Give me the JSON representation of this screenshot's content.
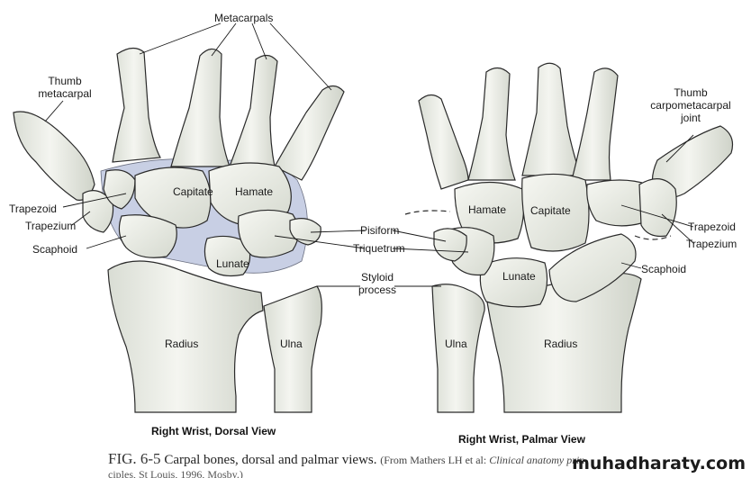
{
  "dorsal_view": {
    "title": "Right Wrist, Dorsal View",
    "labels": {
      "metacarpals": "Metacarpals",
      "thumb_metacarpal": "Thumb\nmetacarpal",
      "trapezoid": "Trapezoid",
      "trapezium": "Trapezium",
      "scaphoid": "Scaphoid",
      "capitate": "Capitate",
      "hamate": "Hamate",
      "lunate": "Lunate",
      "radius": "Radius",
      "ulna": "Ulna"
    }
  },
  "shared_labels": {
    "pisiform": "Pisiform",
    "triquetrum": "Triquetrum",
    "styloid_process": "Styloid\nprocess"
  },
  "palmar_view": {
    "title": "Right Wrist, Palmar View",
    "labels": {
      "thumb_cmc_joint": "Thumb\ncarpometacarpal\njoint",
      "trapezoid": "Trapezoid",
      "trapezium": "Trapezium",
      "scaphoid": "Scaphoid",
      "hamate": "Hamate",
      "capitate": "Capitate",
      "lunate": "Lunate",
      "ulna": "Ulna",
      "radius": "Radius"
    }
  },
  "caption": {
    "fig_number": "FIG. 6-5",
    "text": "Carpal bones, dorsal and palmar views.",
    "source_prefix": "(From Mathers LH et al:",
    "source_title": "Clinical anatomy prin-",
    "source_line2": "ciples, St Louis, 1996, Mosby.)"
  },
  "watermark": "muhadharaty.com",
  "colors": {
    "bone_fill": "#ecefe6",
    "bone_shade": "#cfd3cc",
    "cartilage": "#c8cfe4",
    "outline": "#2a2a2a"
  }
}
